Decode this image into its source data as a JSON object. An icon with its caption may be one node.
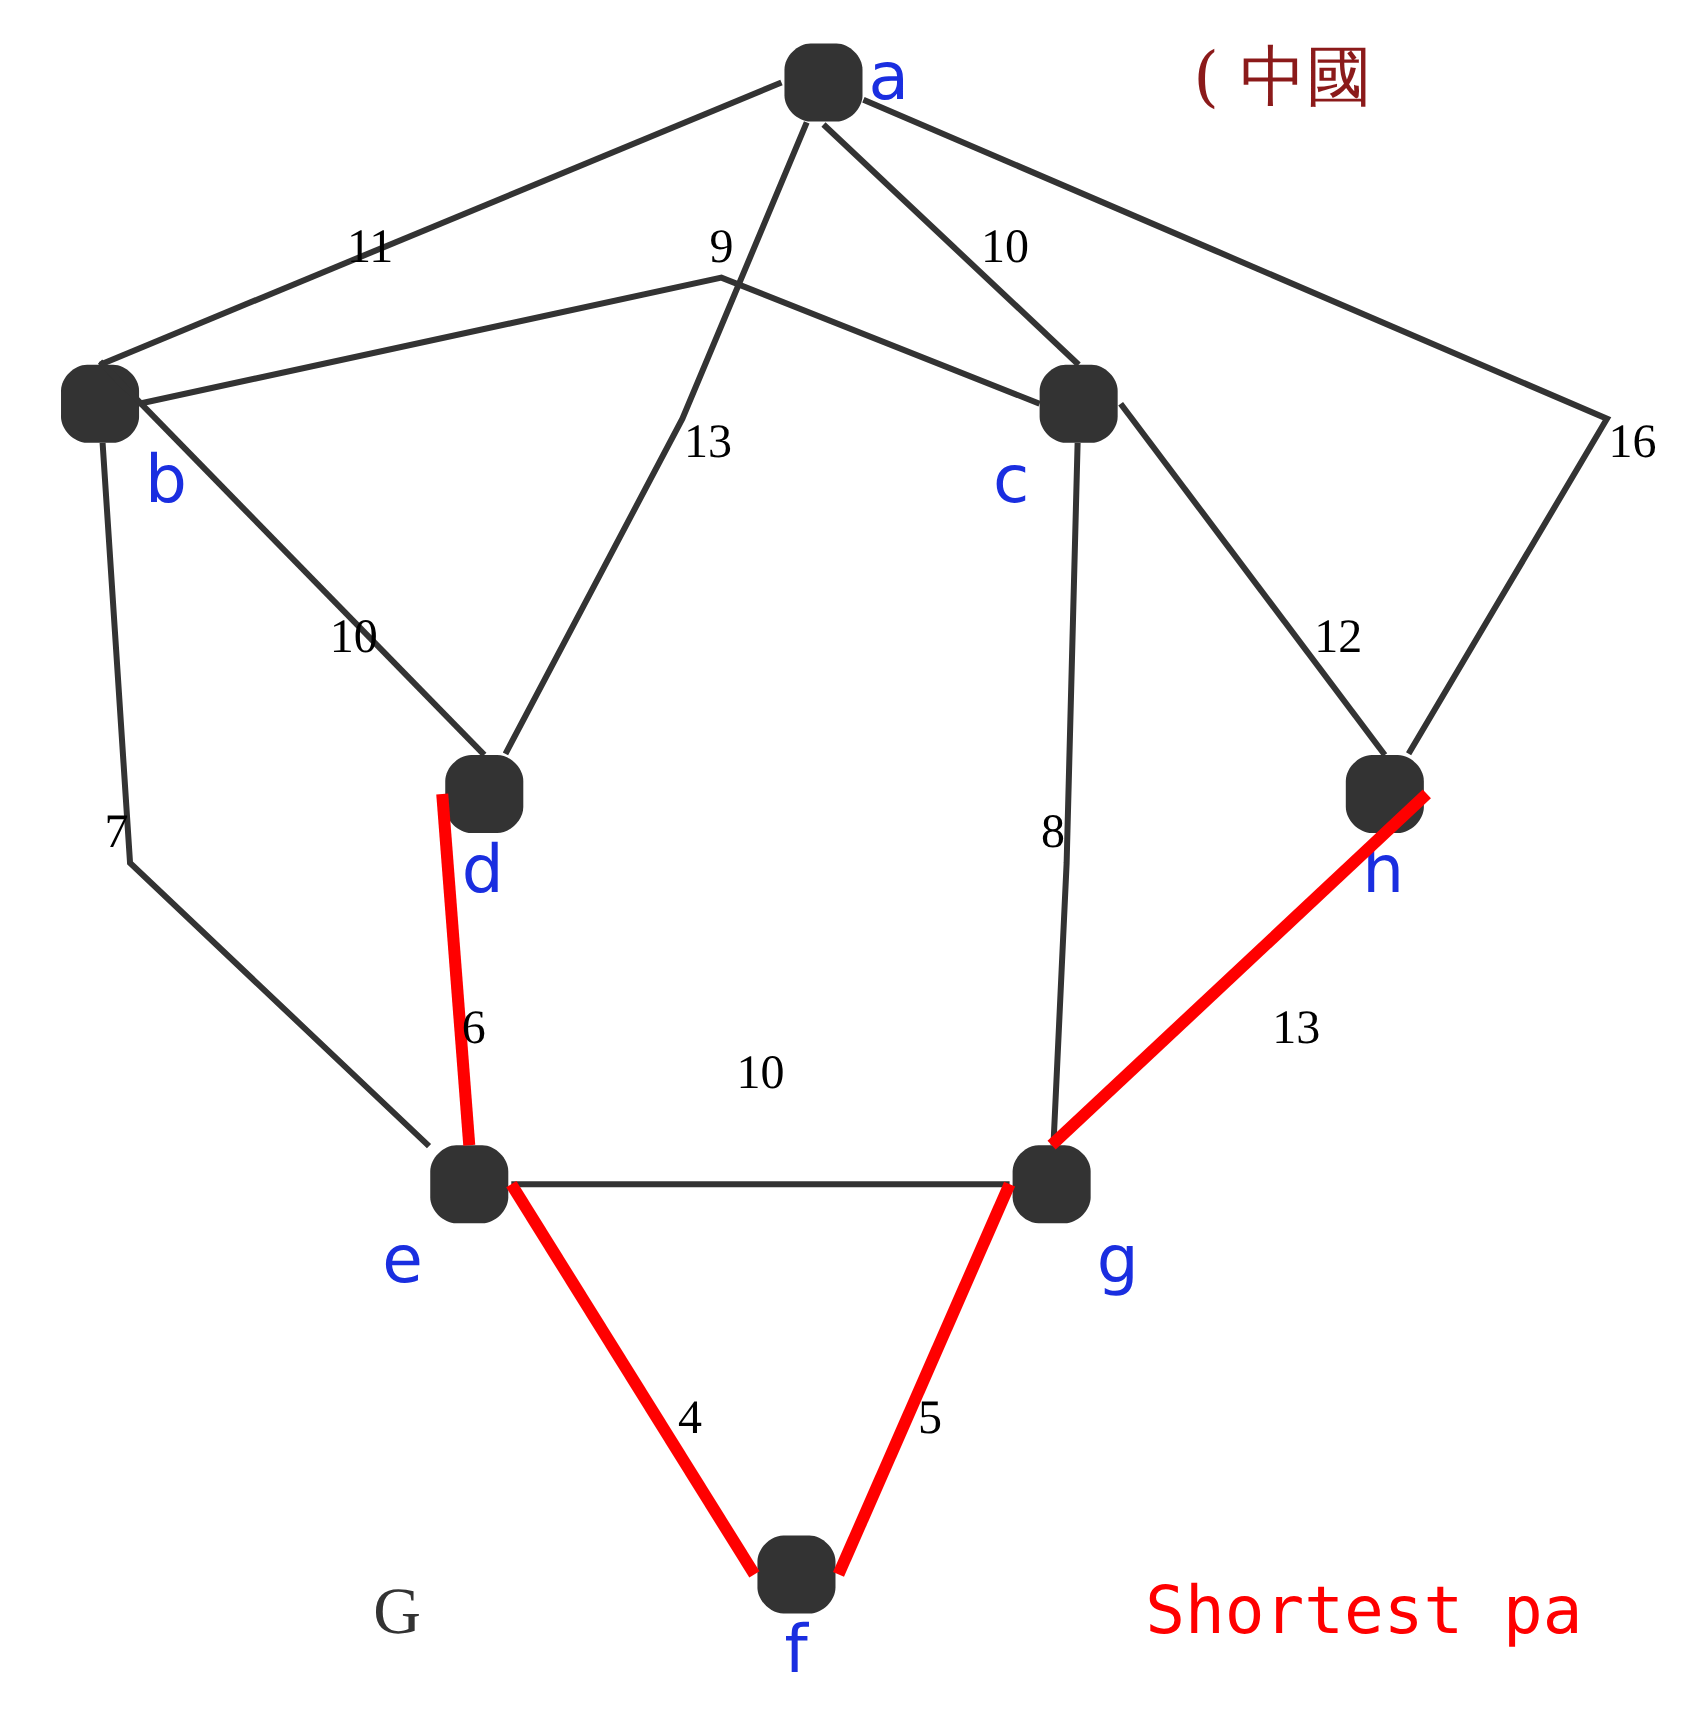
{
  "diagram": {
    "nodes": [
      {
        "text": [],
        "shape": "circle",
        "beside": [
          "a"
        ]
      },
      {
        "text": [],
        "shape": "circle",
        "beside": [
          "b"
        ]
      },
      {
        "text": [],
        "shape": "circle",
        "beside": [
          "c"
        ]
      },
      {
        "text": [],
        "shape": "circle",
        "beside": [
          "d"
        ]
      },
      {
        "text": [],
        "shape": "circle",
        "beside": [
          "h"
        ]
      },
      {
        "text": [],
        "shape": "circle",
        "beside": [
          "e"
        ]
      },
      {
        "text": [],
        "shape": "circle",
        "beside": [
          "g"
        ]
      },
      {
        "text": [],
        "shape": "circle",
        "beside": [
          "f"
        ]
      }
    ],
    "edges": [
      {
        "from": 0,
        "to": 3,
        "arrow": "none",
        "label": "13"
      },
      {
        "from": 0,
        "to": 1,
        "arrow": "none",
        "label": "11"
      },
      {
        "from": 0,
        "to": 2,
        "arrow": "none",
        "label": "10"
      },
      {
        "from": 0,
        "to": 4,
        "arrow": "none",
        "label": "16"
      },
      {
        "from": 1,
        "to": 2,
        "arrow": "none",
        "label": "9"
      },
      {
        "from": 3,
        "to": 1,
        "arrow": "none",
        "label": "10"
      },
      {
        "from": 2,
        "to": 4,
        "arrow": "none",
        "label": "12"
      },
      {
        "from": 1,
        "to": 5,
        "arrow": "none",
        "label": "7"
      },
      {
        "from": 2,
        "to": 6,
        "arrow": "none",
        "label": "8"
      },
      {
        "from": 3,
        "to": 5,
        "arrow": "none",
        "label": "6",
        "style": "thick",
        "color": "#ff0000"
      },
      {
        "from": 5,
        "to": 6,
        "arrow": "none",
        "label": "10"
      },
      {
        "from": 6,
        "to": 4,
        "arrow": "none",
        "label": "13",
        "style": "thick",
        "color": "#ff0000"
      },
      {
        "from": 5,
        "to": 7,
        "arrow": "none",
        "label": "4",
        "style": "thick",
        "color": "#ff0000"
      },
      {
        "from": 6,
        "to": 7,
        "arrow": "none",
        "label": "5",
        "style": "thick",
        "color": "#ff0000"
      }
    ],
    "labels": [
      "( 中國",
      "G",
      "Shortest pa"
    ]
  }
}
